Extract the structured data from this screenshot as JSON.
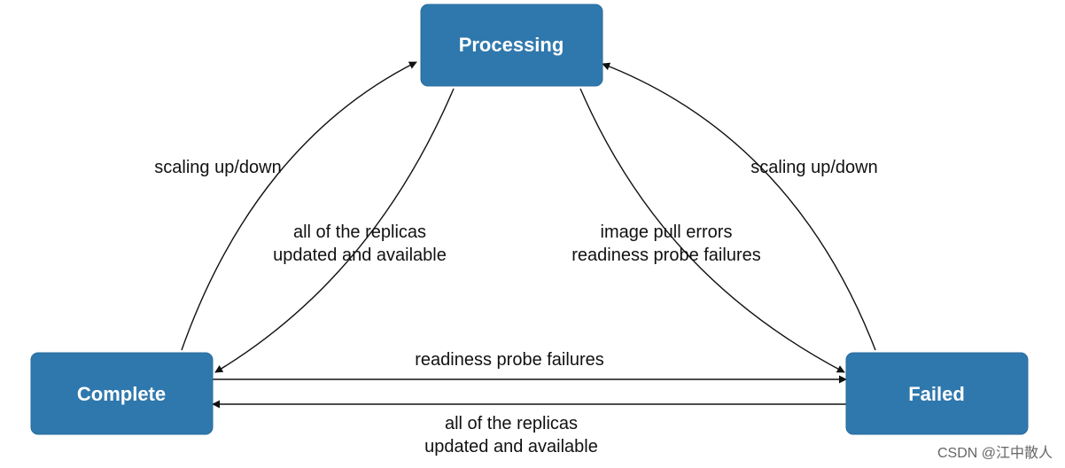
{
  "nodes": {
    "processing": {
      "label": "Processing"
    },
    "complete": {
      "label": "Complete"
    },
    "failed": {
      "label": "Failed"
    }
  },
  "edges": {
    "complete_to_processing": {
      "label": "scaling up/down"
    },
    "processing_to_complete": {
      "line1": "all of the replicas",
      "line2": "updated and available"
    },
    "processing_to_failed": {
      "line1": "image pull errors",
      "line2": "readiness probe failures"
    },
    "failed_to_processing": {
      "label": "scaling up/down"
    },
    "complete_to_failed": {
      "label": "readiness probe failures"
    },
    "failed_to_complete": {
      "line1": "all of the replicas",
      "line2": "updated and available"
    }
  },
  "watermark": "CSDN @江中散人",
  "colors": {
    "node_fill": "#2f78ad",
    "node_text": "#ffffff",
    "edge": "#111111",
    "text": "#111111"
  }
}
